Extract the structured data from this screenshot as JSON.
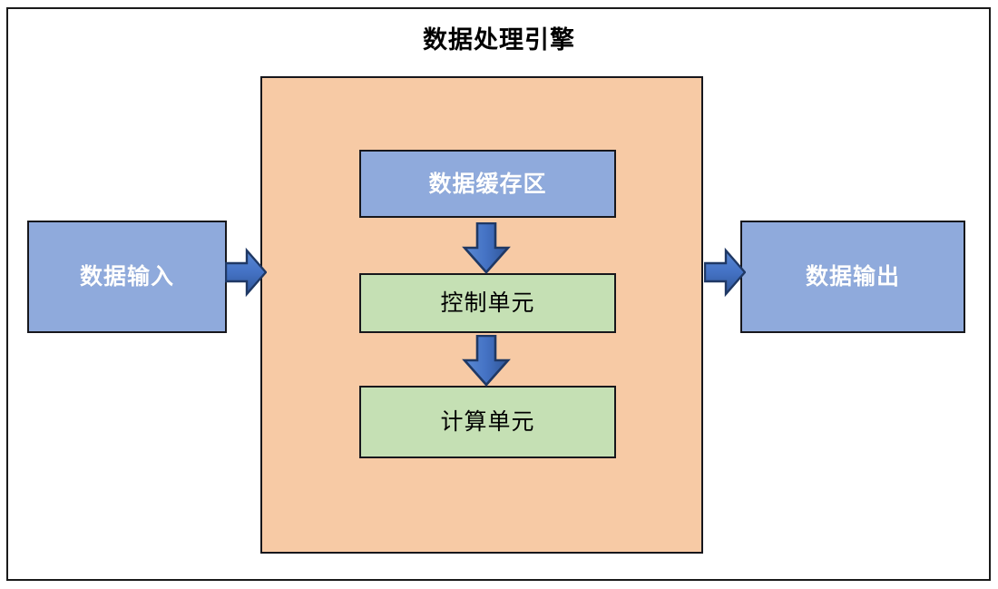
{
  "diagram": {
    "title": "数据处理引擎",
    "colors": {
      "container_fill": "#f7caa5",
      "box_blue_fill": "#8faadc",
      "box_green_fill": "#c5e0b4",
      "arrow_fill": "#4472c4",
      "arrow_outline": "#1f3864",
      "border": "#17171c",
      "blue_text": "#ffffff",
      "green_text": "#000000"
    },
    "nodes": {
      "data_input": {
        "label": "数据输入",
        "type": "external-input"
      },
      "data_output": {
        "label": "数据输出",
        "type": "external-output"
      },
      "engine": {
        "label": "数据处理引擎",
        "type": "container"
      },
      "data_cache": {
        "label": "数据缓存区",
        "type": "process"
      },
      "control_unit": {
        "label": "控制单元",
        "type": "process"
      },
      "compute_unit": {
        "label": "计算单元",
        "type": "process"
      }
    },
    "arrows": [
      {
        "name": "input-to-engine",
        "direction": "right"
      },
      {
        "name": "engine-to-output",
        "direction": "right"
      },
      {
        "name": "cache-to-control",
        "direction": "down"
      },
      {
        "name": "control-to-compute",
        "direction": "down"
      }
    ]
  }
}
